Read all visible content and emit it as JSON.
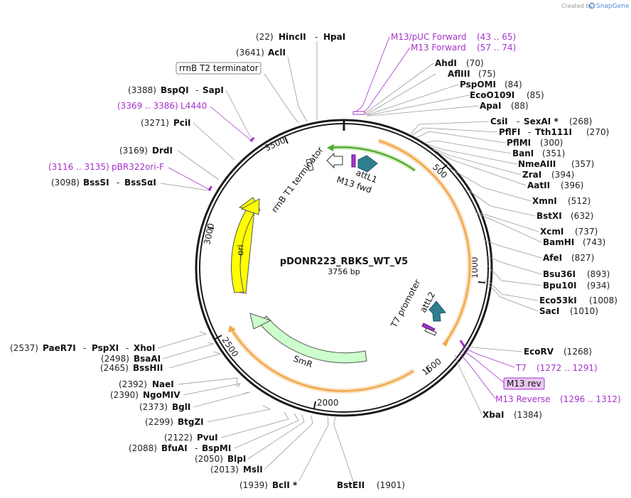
{
  "credit": {
    "created_by": "Created by",
    "brand": "SnapGene"
  },
  "plasmid": {
    "name": "pDONR223_RBKS_WT_V5",
    "size": "3756 bp"
  },
  "ticks": [
    "500",
    "1000",
    "1500",
    "2000",
    "2500",
    "3000",
    "3500"
  ],
  "features": {
    "attL1": "attL1",
    "m13fwd": "M13 fwd",
    "rrnb_t1": "rrnB T1 terminator",
    "rrnb_t2": "rrnB T2 terminator",
    "ori": "ori",
    "smr": "SmR",
    "t7_promoter": "T7 promoter",
    "attL2": "attL2"
  },
  "sites": [
    {
      "id": "hincii",
      "pos": "(22)",
      "name": "HincII",
      "sep": "-",
      "name2": "HpaI"
    },
    {
      "id": "acli",
      "pos": "(3641)",
      "name": "AclI"
    },
    {
      "id": "bspqi",
      "pos": "(3388)",
      "name": "BspQI",
      "sep": "-",
      "name2": "SapI"
    },
    {
      "id": "pcii",
      "pos": "(3271)",
      "name": "PciI"
    },
    {
      "id": "drdi",
      "pos": "(3169)",
      "name": "DrdI"
    },
    {
      "id": "bsssi",
      "pos": "(3098)",
      "name": "BssSI",
      "sep": "-",
      "name2": "BssSαI"
    },
    {
      "id": "ahdi",
      "pos": "(70)",
      "name": "AhdI"
    },
    {
      "id": "aflii",
      "pos": "(75)",
      "name": "AflIII"
    },
    {
      "id": "pspomi",
      "pos": "(84)",
      "name": "PspOMI"
    },
    {
      "id": "ecoo109i",
      "pos": "(85)",
      "name": "EcoO109I"
    },
    {
      "id": "apai",
      "pos": "(88)",
      "name": "ApaI"
    },
    {
      "id": "csii",
      "pos": "(268)",
      "name": "CsiI",
      "sep": "-",
      "name2": "SexAI *"
    },
    {
      "id": "pflfi",
      "pos": "(270)",
      "name": "PflFI",
      "sep": "-",
      "name2": "Tth111I"
    },
    {
      "id": "pflmi",
      "pos": "(300)",
      "name": "PflMI"
    },
    {
      "id": "bani",
      "pos": "(351)",
      "name": "BanI"
    },
    {
      "id": "nmeaiii",
      "pos": "(357)",
      "name": "NmeAIII"
    },
    {
      "id": "zrai",
      "pos": "(394)",
      "name": "ZraI"
    },
    {
      "id": "aatii",
      "pos": "(396)",
      "name": "AatII"
    },
    {
      "id": "xmni",
      "pos": "(512)",
      "name": "XmnI"
    },
    {
      "id": "bstxi",
      "pos": "(632)",
      "name": "BstXI"
    },
    {
      "id": "xcmi",
      "pos": "(737)",
      "name": "XcmI"
    },
    {
      "id": "bamhi",
      "pos": "(743)",
      "name": "BamHI"
    },
    {
      "id": "afei",
      "pos": "(827)",
      "name": "AfeI"
    },
    {
      "id": "bsu36i",
      "pos": "(893)",
      "name": "Bsu36I"
    },
    {
      "id": "bpu10i",
      "pos": "(934)",
      "name": "Bpu10I"
    },
    {
      "id": "eco53ki",
      "pos": "(1008)",
      "name": "Eco53kI"
    },
    {
      "id": "saci",
      "pos": "(1010)",
      "name": "SacI"
    },
    {
      "id": "ecorv",
      "pos": "(1268)",
      "name": "EcoRV"
    },
    {
      "id": "xbai",
      "pos": "(1384)",
      "name": "XbaI"
    },
    {
      "id": "bsteii",
      "pos": "(1901)",
      "name": "BstEII"
    },
    {
      "id": "bcli",
      "pos": "(1939)",
      "name": "BclI *"
    },
    {
      "id": "msli",
      "pos": "(2013)",
      "name": "MslI"
    },
    {
      "id": "blpi",
      "pos": "(2050)",
      "name": "BlpI"
    },
    {
      "id": "bfuai",
      "pos": "(2088)",
      "name": "BfuAI",
      "sep": "-",
      "name2": "BspMI"
    },
    {
      "id": "pvui",
      "pos": "(2122)",
      "name": "PvuI"
    },
    {
      "id": "btgzi",
      "pos": "(2299)",
      "name": "BtgZI"
    },
    {
      "id": "bgli",
      "pos": "(2373)",
      "name": "BglI"
    },
    {
      "id": "ngomiv",
      "pos": "(2390)",
      "name": "NgoMIV"
    },
    {
      "id": "naei",
      "pos": "(2392)",
      "name": "NaeI"
    },
    {
      "id": "bsshii",
      "pos": "(2465)",
      "name": "BssHII"
    },
    {
      "id": "bsaai",
      "pos": "(2498)",
      "name": "BsaAI"
    },
    {
      "id": "paer7i",
      "pos": "(2537)",
      "name": "PaeR7I",
      "sep": "-",
      "name2": "PspXI",
      "sep2": "-",
      "name3": "XhoI"
    }
  ],
  "primers": [
    {
      "id": "m13puc",
      "name": "M13/pUC Forward",
      "range": "(43 .. 65)"
    },
    {
      "id": "m13f",
      "name": "M13 Forward",
      "range": "(57 .. 74)"
    },
    {
      "id": "l4440",
      "name": "L4440",
      "range": "(3369 .. 3386)"
    },
    {
      "id": "pbr322",
      "name": "pBR322ori-F",
      "range": "(3116 .. 3135)"
    },
    {
      "id": "t7",
      "name": "T7",
      "range": "(1272 .. 1291)"
    },
    {
      "id": "m13rev",
      "name": "M13 rev"
    },
    {
      "id": "m13reverse",
      "name": "M13 Reverse",
      "range": "(1296 .. 1312)"
    }
  ],
  "colors": {
    "backbone": "#1a1a1a",
    "orange_arc": "#f0a848",
    "green_arc": "#55aa33",
    "teal_arrow": "#2f7f8f",
    "yellow_ori": "#ffff00",
    "smr_fill": "#ccffcc",
    "primer_purple": "#a633cc",
    "m13rev_box": "#e8c8f0"
  }
}
